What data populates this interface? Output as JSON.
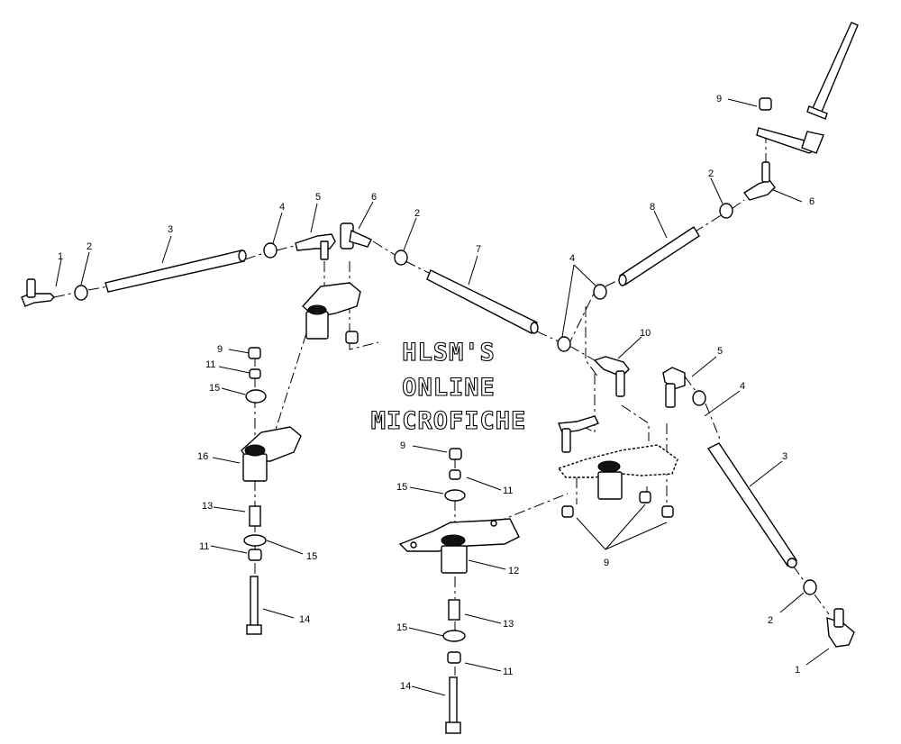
{
  "watermark": [
    "HLSM'S",
    "ONLINE",
    "MICROFICHE"
  ],
  "callouts": {
    "c1a": "1",
    "c2a": "2",
    "c3a": "3",
    "c4a": "4",
    "c5a": "5",
    "c6a": "6",
    "c2b": "2",
    "c7": "7",
    "c4b": "4",
    "c8": "8",
    "c9a": "9",
    "c2c": "2",
    "c6b": "6",
    "c10": "10",
    "c5b": "5",
    "c4c": "4",
    "c3b": "3",
    "c2d": "2",
    "c1b": "1",
    "c9b": "9",
    "c11a": "11",
    "c15a": "15",
    "c16": "16",
    "c13a": "13",
    "c11b": "11",
    "c15b": "15",
    "c14a": "14",
    "c9c": "9",
    "c15c": "15",
    "c11c": "11",
    "c12": "12",
    "c13b": "13",
    "c15d": "15",
    "c11d": "11",
    "c14b": "14",
    "c9d": "9"
  }
}
